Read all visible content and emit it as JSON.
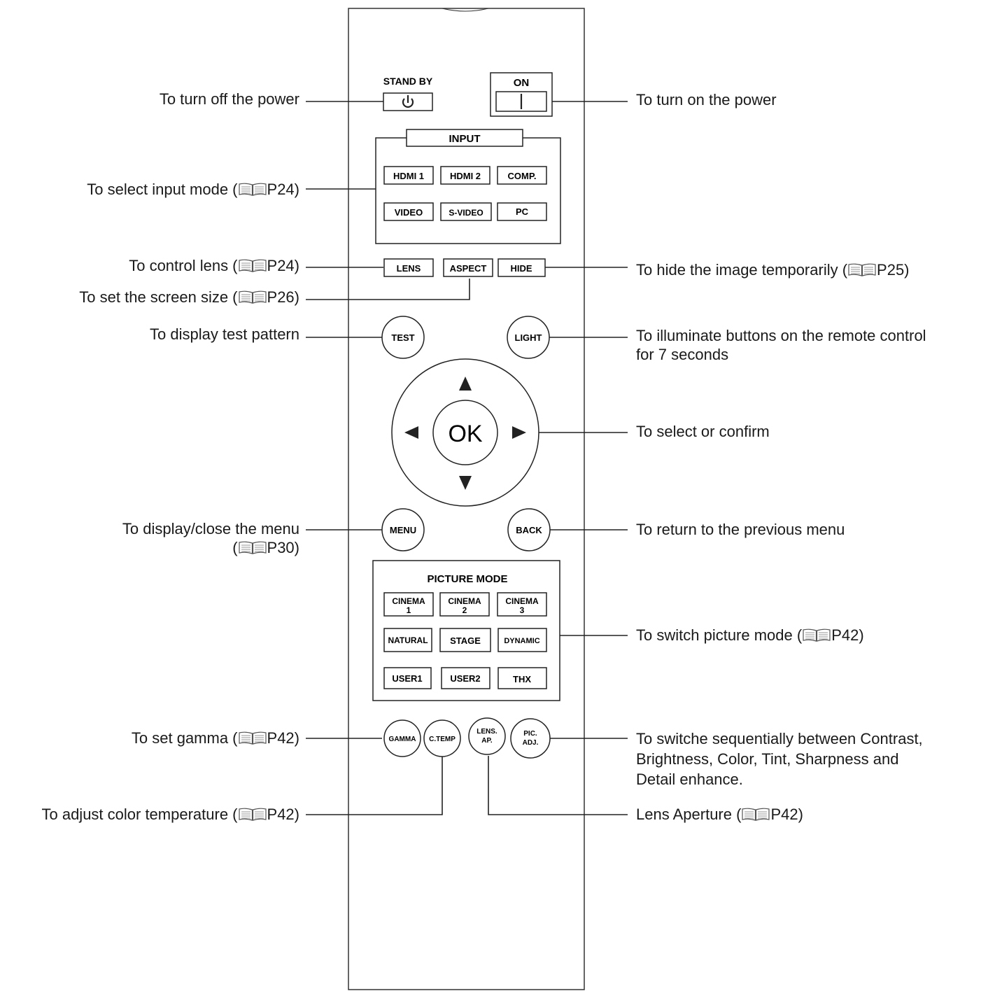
{
  "remote": {
    "standby_label": "STAND BY",
    "on_label": "ON",
    "input_title": "INPUT",
    "input_buttons": [
      "HDMI 1",
      "HDMI 2",
      "COMP.",
      "VIDEO",
      "S-VIDEO",
      "PC"
    ],
    "lens": "LENS",
    "aspect": "ASPECT",
    "hide": "HIDE",
    "test": "TEST",
    "light": "LIGHT",
    "ok": "OK",
    "menu": "MENU",
    "back": "BACK",
    "picture_mode_title": "PICTURE MODE",
    "cinema1": [
      "CINEMA",
      "1"
    ],
    "cinema2": [
      "CINEMA",
      "2"
    ],
    "cinema3": [
      "CINEMA",
      "3"
    ],
    "natural": "NATURAL",
    "stage": "STAGE",
    "dynamic": "DYNAMIC",
    "user1": "USER1",
    "user2": "USER2",
    "thx": "THX",
    "gamma": "GAMMA",
    "ctemp": "C.TEMP",
    "lens_ap": [
      "LENS.",
      "AP."
    ],
    "pic_adj": [
      "PIC.",
      "ADJ."
    ]
  },
  "callouts": {
    "power_off": "To turn off the power",
    "power_on": "To turn on the power",
    "input": {
      "text": "To select input mode (",
      "ref": "P24)"
    },
    "lens": {
      "text": "To control lens (",
      "ref": "P24)"
    },
    "hide": {
      "text": "To hide the image temporarily (",
      "ref": "P25)"
    },
    "aspect": {
      "text": "To set the screen size (",
      "ref": "P26)"
    },
    "test": "To display test pattern",
    "light": [
      "To illuminate buttons on the remote control",
      "for 7 seconds"
    ],
    "select": "To select or confirm",
    "menu": {
      "line1": "To display/close the menu",
      "line2_prefix": "(",
      "ref": "P30)"
    },
    "back": "To return to the previous menu",
    "picture_mode": {
      "text": "To switch picture mode (",
      "ref": "P42)"
    },
    "gamma": {
      "text": "To set gamma (",
      "ref": "P42)"
    },
    "pic_adj": [
      "To switche sequentially between Contrast,",
      "Brightness, Color, Tint, Sharpness and",
      "Detail enhance."
    ],
    "ctemp": {
      "text": "To adjust color temperature (",
      "ref": "P42)"
    },
    "lens_ap": {
      "text": "Lens Aperture (",
      "ref": "P42)"
    }
  }
}
